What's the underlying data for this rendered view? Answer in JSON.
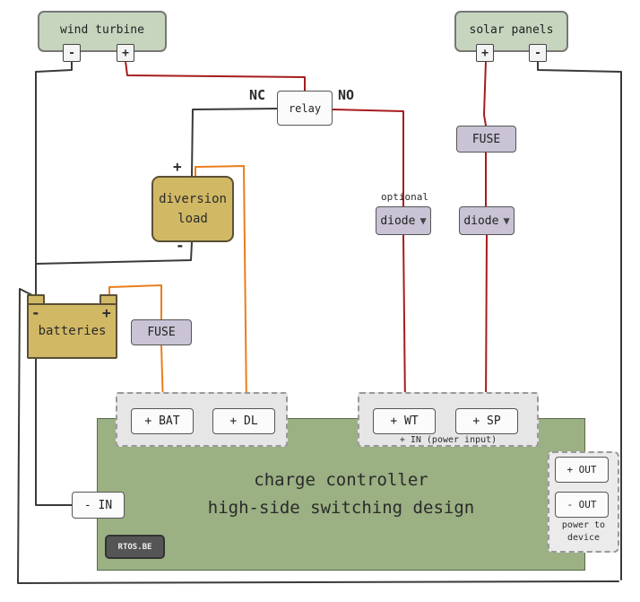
{
  "wind_turbine": {
    "title": "wind turbine",
    "minus": "-",
    "plus": "+"
  },
  "solar_panels": {
    "title": "solar panels",
    "plus": "+",
    "minus": "-"
  },
  "relay": {
    "label": "relay",
    "nc": "NC",
    "no": "NO"
  },
  "fuse_solar": "FUSE",
  "fuse_battery": "FUSE",
  "diode_wind": {
    "note": "optional",
    "label": "diode"
  },
  "diode_solar": {
    "label": "diode"
  },
  "diversion_load": {
    "line1": "diversion",
    "line2": "load",
    "plus": "+",
    "minus": "-"
  },
  "batteries": {
    "label": "batteries",
    "minus": "-",
    "plus": "+"
  },
  "controller": {
    "line1": "charge controller",
    "line2": "high-side switching design",
    "terminals": {
      "bat": "+ BAT",
      "dl": "+ DL",
      "wt": "+ WT",
      "sp": "+ SP",
      "in_minus": "- IN"
    },
    "power_input_note": "+ IN (power input)",
    "out_plus": "+ OUT",
    "out_minus": "- OUT",
    "out_note_1": "power to",
    "out_note_2": "device",
    "badge": "RTOS.BE"
  },
  "colors": {
    "negative_wire": "#3a3a3a",
    "positive_wire": "#a61c1c",
    "load_wire": "#ea7d1c"
  }
}
